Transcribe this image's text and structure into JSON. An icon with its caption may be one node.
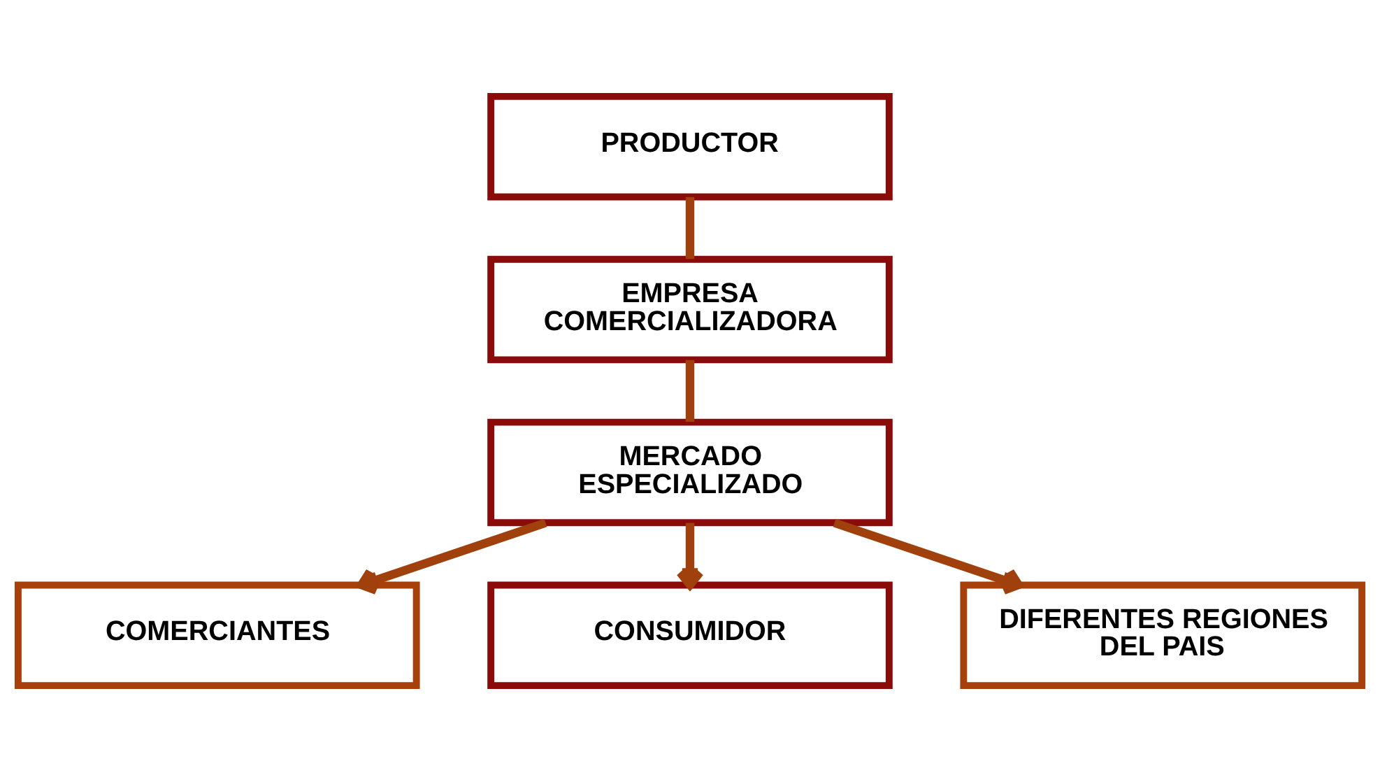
{
  "diagram": {
    "nodes": [
      {
        "text": [
          "PRODUCTOR"
        ]
      },
      {
        "text": [
          "EMPRESA COMERCIALIZADORA"
        ]
      },
      {
        "text": [
          "MERCADO ESPECIALIZADO"
        ]
      },
      {
        "text": [
          "COMERCIANTES"
        ]
      },
      {
        "text": [
          "CONSUMIDOR"
        ]
      },
      {
        "text": [
          "DIFERENTES REGIONES DEL PAIS"
        ]
      }
    ],
    "edges": [
      {
        "from": 0,
        "to": 1,
        "arrow": "none"
      },
      {
        "from": 1,
        "to": 2,
        "arrow": "none"
      },
      {
        "from": 2,
        "to": 3,
        "arrow": "to"
      },
      {
        "from": 2,
        "to": 4,
        "arrow": "to"
      },
      {
        "from": 2,
        "to": 5,
        "arrow": "to"
      }
    ]
  }
}
